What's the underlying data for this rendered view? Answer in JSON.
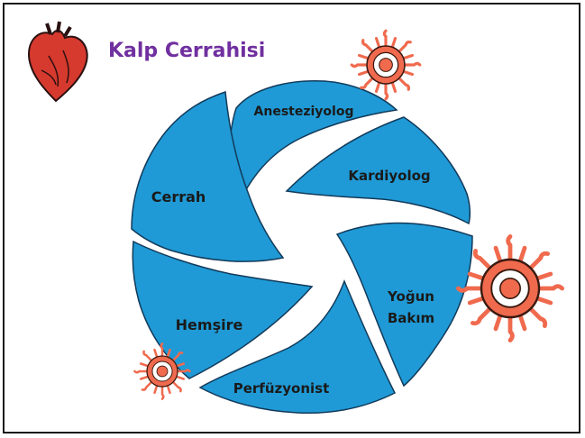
{
  "slide": {
    "title": "Kalp Cerrahisi"
  },
  "icons": {
    "heart": "heart-icon",
    "virus": "virus-icon"
  },
  "colors": {
    "title": "#7030a0",
    "blade": "#1f9ad6",
    "blade_outline": "#123a5a",
    "heart": "#d63a2e",
    "virus": "#f06a4e"
  },
  "segments": [
    {
      "label": "Anesteziyolog"
    },
    {
      "label": "Kardiyolog"
    },
    {
      "label": "Yoğun",
      "label2": "Bakım"
    },
    {
      "label": "Perfüzyonist"
    },
    {
      "label": "Hemşire"
    },
    {
      "label": "Cerrah"
    }
  ]
}
